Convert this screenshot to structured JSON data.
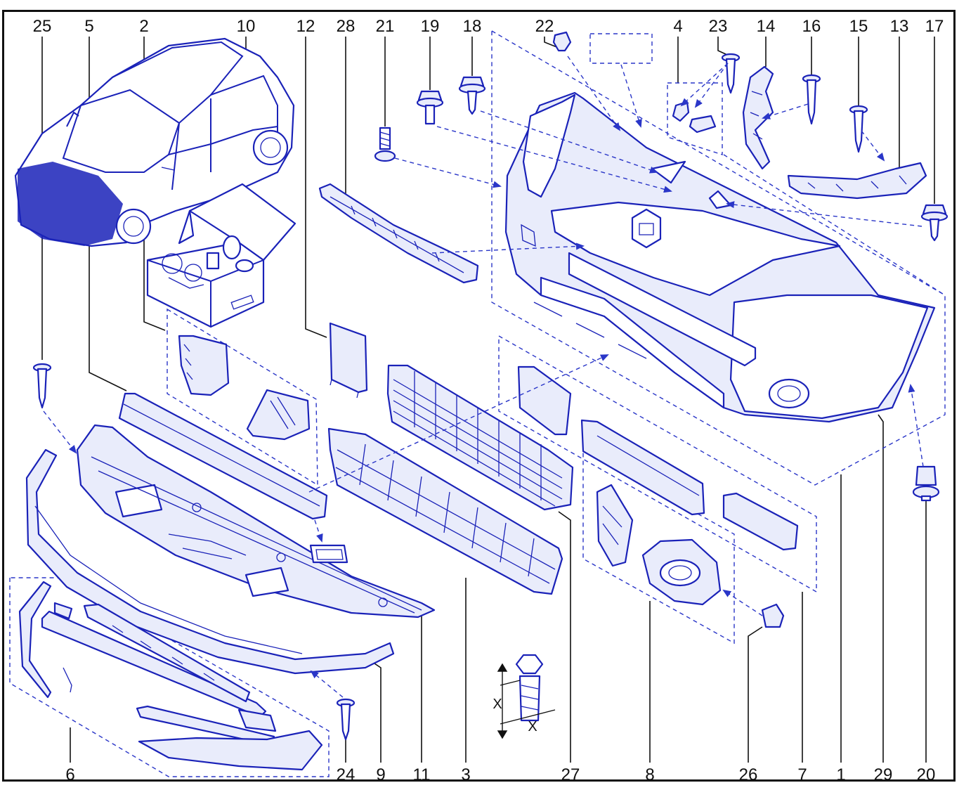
{
  "diagram": {
    "colors": {
      "line": "#1a22b8",
      "fill": "#e9ecfb",
      "text": "#111111",
      "background": "#ffffff"
    },
    "callouts_top": [
      "25",
      "5",
      "2",
      "10",
      "12",
      "28",
      "21",
      "19",
      "18",
      "22",
      "4",
      "23",
      "14",
      "16",
      "15",
      "13",
      "17"
    ],
    "callouts_bottom": [
      "6",
      "24",
      "9",
      "11",
      "3",
      "27",
      "8",
      "26",
      "7",
      "1",
      "29",
      "20"
    ],
    "dimension_label": "X"
  }
}
